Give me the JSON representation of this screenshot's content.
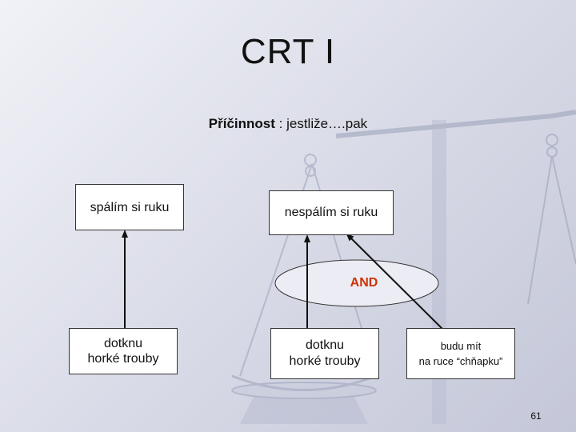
{
  "slide": {
    "title": "CRT I",
    "subtitle_bold": "Příčinnost",
    "subtitle_rest": " : jestliže….pak",
    "page_number": "61"
  },
  "boxes": {
    "effect_left": "spálím si ruku",
    "effect_right": "nespálím si ruku",
    "cause_left": [
      "dotknu",
      "horké trouby"
    ],
    "cause_middle": [
      "dotknu",
      "horké trouby"
    ],
    "cause_right": [
      "budu mít",
      "na ruce “chňapku”"
    ]
  },
  "and_label": "AND",
  "colors": {
    "and_text": "#cc3300",
    "ellipse_fill": "#ececf4",
    "arrow": "#111111"
  }
}
